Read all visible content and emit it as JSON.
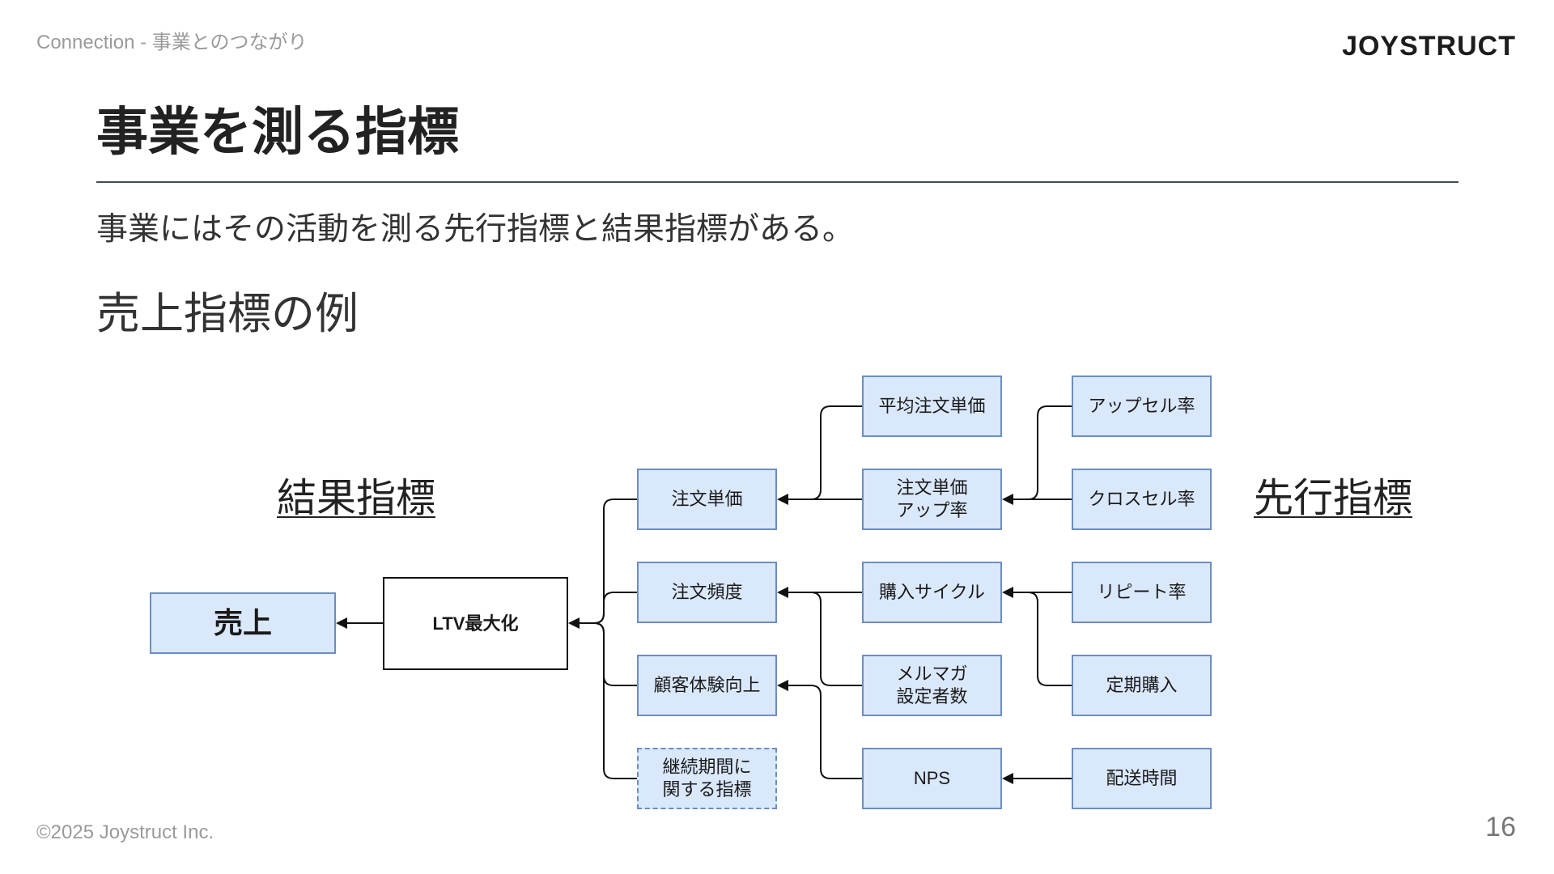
{
  "header": {
    "section_label": "Connection - 事業とのつながり",
    "logo_text": "JOYSTRUCT"
  },
  "title": "事業を測る指標",
  "subtitle": "事業にはその活動を測る先行指標と結果指標がある。",
  "section_heading": "売上指標の例",
  "diagram": {
    "result_indicator_label": "結果指標",
    "leading_indicator_label": "先行指標",
    "sales": "売上",
    "ltv": "LTV最大化",
    "level1": [
      "注文単価",
      "注文頻度",
      "顧客体験向上",
      "継続期間に\n関する指標"
    ],
    "level2": [
      "平均注文単価",
      "注文単価\nアップ率",
      "購入サイクル",
      "メルマガ\n設定者数",
      "NPS"
    ],
    "level3": [
      "アップセル率",
      "クロスセル率",
      "リピート率",
      "定期購入",
      "配送時間"
    ]
  },
  "footer": {
    "copyright": "©2025 Joystruct Inc.",
    "page_number": "16"
  },
  "colors": {
    "box_fill": "#dae8fc",
    "box_border": "#6c8ebf",
    "divider": "#3d4f56",
    "muted_text": "#9a9a9a"
  }
}
